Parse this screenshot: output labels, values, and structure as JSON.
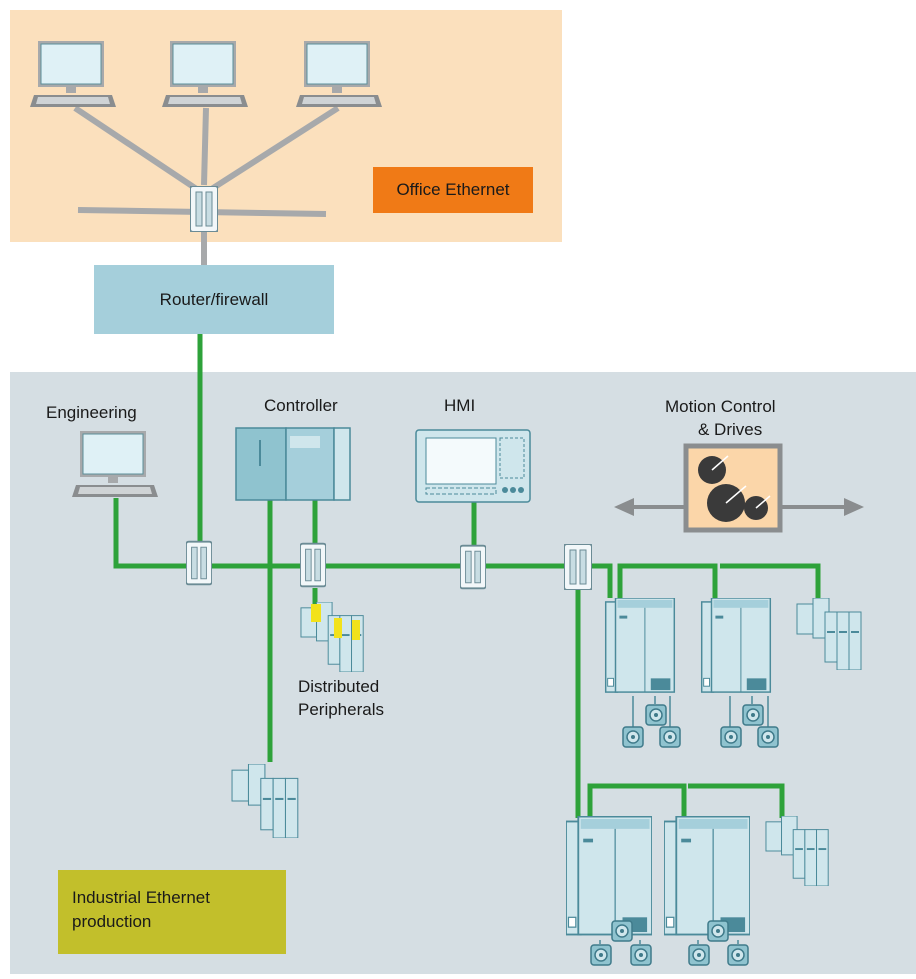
{
  "zones": {
    "office": {
      "label": "Office Ethernet",
      "bg": "#fbe0bd",
      "tag_color": "#f07a16"
    },
    "router": {
      "label": "Router/firewall",
      "bg": "#a5cfdb"
    },
    "industrial": {
      "label_line1": "Industrial Ethernet",
      "label_line2": "production",
      "bg": "#d5dee3",
      "tag_color": "#c2bf2b"
    }
  },
  "nodes": {
    "engineering": "Engineering",
    "controller": "Controller",
    "hmi": "HMI",
    "motion_line1": "Motion Control",
    "motion_line2": "& Drives",
    "peripherals_line1": "Distributed",
    "peripherals_line2": "Peripherals"
  },
  "colors": {
    "industrial_link": "#2ea23a",
    "office_link": "#a7a9ab",
    "device_fill": "#8fc3cf",
    "device_stroke": "#4b8a9a",
    "motion_bg": "#fbd6a9",
    "motion_frame": "#8a8d8f"
  }
}
